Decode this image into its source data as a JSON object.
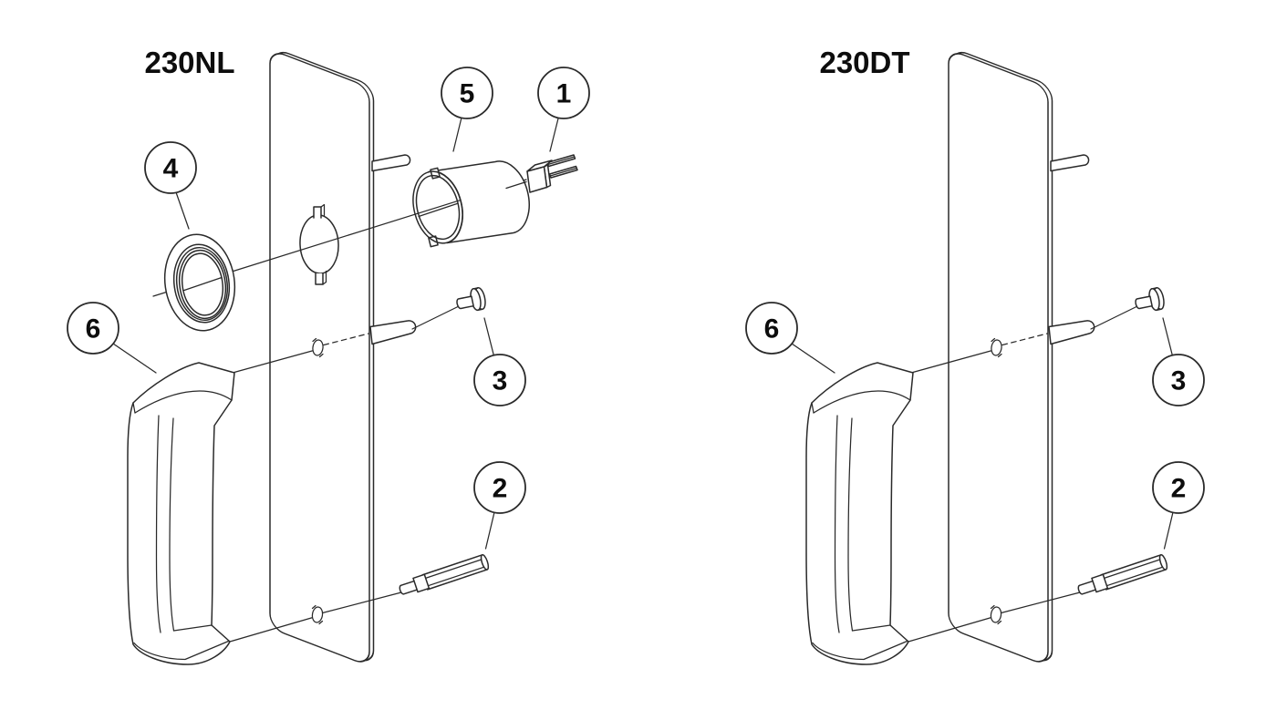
{
  "colors": {
    "background": "#ffffff",
    "line": "#2a2a2a",
    "text": "#0d0d0d"
  },
  "left": {
    "title": "230NL",
    "callout_1": "1",
    "callout_2": "2",
    "callout_3": "3",
    "callout_4": "4",
    "callout_5": "5",
    "callout_6": "6"
  },
  "right": {
    "title": "230DT",
    "callout_2": "2",
    "callout_3": "3",
    "callout_6": "6"
  }
}
